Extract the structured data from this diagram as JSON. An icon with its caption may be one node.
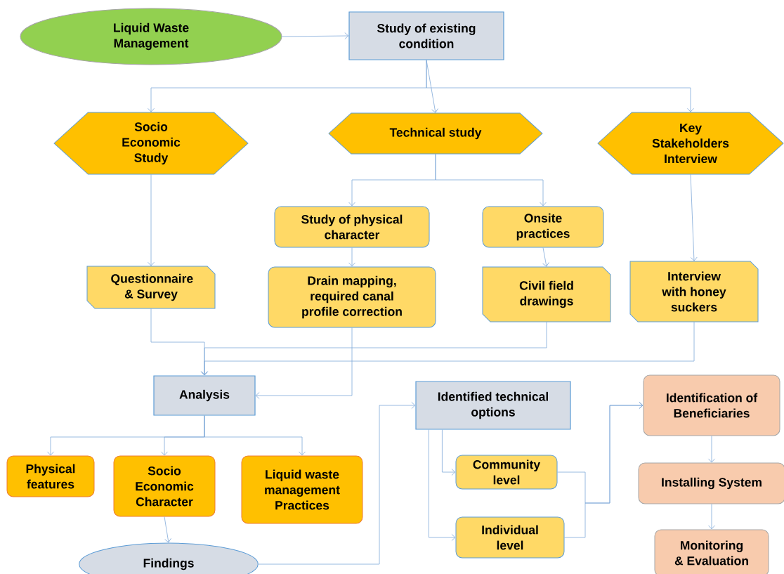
{
  "diagram": {
    "nodes": [
      {
        "text": [
          "Liquid Waste Management"
        ]
      },
      {
        "text": [
          "Study of existing condition"
        ]
      },
      {
        "text": [
          "Socio Economic Study"
        ]
      },
      {
        "text": [
          "Technical study"
        ]
      },
      {
        "text": [
          "Key Stakeholders Interview"
        ]
      },
      {
        "text": [
          "Study of physical character"
        ]
      },
      {
        "text": [
          "Onsite practices"
        ]
      },
      {
        "text": [
          "Questionnaire & Survey"
        ]
      },
      {
        "text": [
          "Drain mapping, required canal profile correction"
        ]
      },
      {
        "text": [
          "Civil field drawings"
        ]
      },
      {
        "text": [
          "Interview with honey suckers"
        ]
      },
      {
        "text": [
          "Analysis"
        ]
      },
      {
        "text": [
          "Identified technical options"
        ]
      },
      {
        "text": [
          "Identification of Beneficiaries"
        ]
      },
      {
        "text": [
          "Physical features"
        ]
      },
      {
        "text": [
          "Socio Economic Character"
        ]
      },
      {
        "text": [
          "Liquid waste management Practices"
        ]
      },
      {
        "text": [
          "Community level"
        ]
      },
      {
        "text": [
          "Installing System"
        ]
      },
      {
        "text": [
          "Individual level"
        ]
      },
      {
        "text": [
          "Findings"
        ]
      },
      {
        "text": [
          "Monitoring & Evaluation"
        ]
      }
    ],
    "edges": [
      {
        "from": 0,
        "to": 1,
        "arrow": "to"
      },
      {
        "from": 1,
        "to": 2,
        "arrow": "to"
      },
      {
        "from": 1,
        "to": 3,
        "arrow": "to"
      },
      {
        "from": 1,
        "to": 4,
        "arrow": "to"
      },
      {
        "from": 3,
        "to": 5,
        "arrow": "to"
      },
      {
        "from": 3,
        "to": 6,
        "arrow": "to"
      },
      {
        "from": 2,
        "to": 7,
        "arrow": "to"
      },
      {
        "from": 5,
        "to": 8,
        "arrow": "to"
      },
      {
        "from": 6,
        "to": 9,
        "arrow": "to"
      },
      {
        "from": 4,
        "to": 10,
        "arrow": "to"
      },
      {
        "from": 7,
        "to": 11,
        "arrow": "to"
      },
      {
        "from": 9,
        "to": 11,
        "arrow": "to"
      },
      {
        "from": 10,
        "to": 11,
        "arrow": "to"
      },
      {
        "from": 8,
        "to": 11,
        "arrow": "to"
      },
      {
        "from": 11,
        "to": 14,
        "arrow": "to"
      },
      {
        "from": 11,
        "to": 15,
        "arrow": "to"
      },
      {
        "from": 11,
        "to": 16,
        "arrow": "to"
      },
      {
        "from": 15,
        "to": 20,
        "arrow": "to"
      },
      {
        "from": 20,
        "to": 12,
        "arrow": "to"
      },
      {
        "from": 12,
        "to": 17,
        "arrow": "to"
      },
      {
        "from": 12,
        "to": 19,
        "arrow": "to"
      },
      {
        "from": 17,
        "to": 13,
        "arrow": "to"
      },
      {
        "from": 19,
        "to": 13,
        "arrow": "to"
      },
      {
        "from": 13,
        "to": 18,
        "arrow": "to"
      },
      {
        "from": 18,
        "to": 21,
        "arrow": "to"
      }
    ]
  }
}
